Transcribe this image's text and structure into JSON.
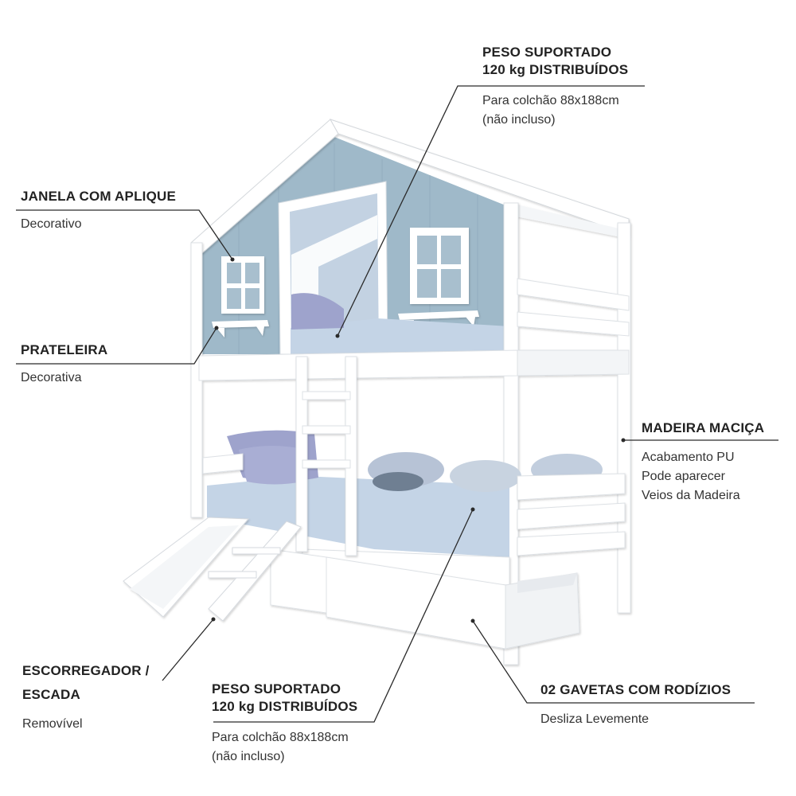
{
  "callouts": {
    "peso_top": {
      "title_line1": "PESO SUPORTADO",
      "title_line2": "120 kg DISTRIBUÍDOS",
      "sub_line1": "Para colchão 88x188cm",
      "sub_line2": "(não incluso)"
    },
    "janela": {
      "title": "JANELA COM APLIQUE",
      "sub": "Decorativo"
    },
    "prateleira": {
      "title": "PRATELEIRA",
      "sub": "Decorativa"
    },
    "madeira": {
      "title": "MADEIRA MACIÇA",
      "sub_line1": "Acabamento PU",
      "sub_line2": "Pode aparecer",
      "sub_line3": "Veios da Madeira"
    },
    "escorregador": {
      "title_line1": "ESCORREGADOR /",
      "title_line2": "ESCADA",
      "sub": "Removível"
    },
    "peso_bottom": {
      "title_line1": "PESO SUPORTADO",
      "title_line2": "120 kg DISTRIBUÍDOS",
      "sub_line1": "Para colchão 88x188cm",
      "sub_line2": "(não incluso)"
    },
    "gavetas": {
      "title": "02 GAVETAS COM RODÍZIOS",
      "sub": "Desliza Levemente"
    }
  },
  "colors": {
    "frame": "#ffffff",
    "panel_blue": "#9fb9c9",
    "mattress": "#c4d4e6",
    "pillow": "#9ea3cc",
    "line": "#2a2a2a"
  }
}
